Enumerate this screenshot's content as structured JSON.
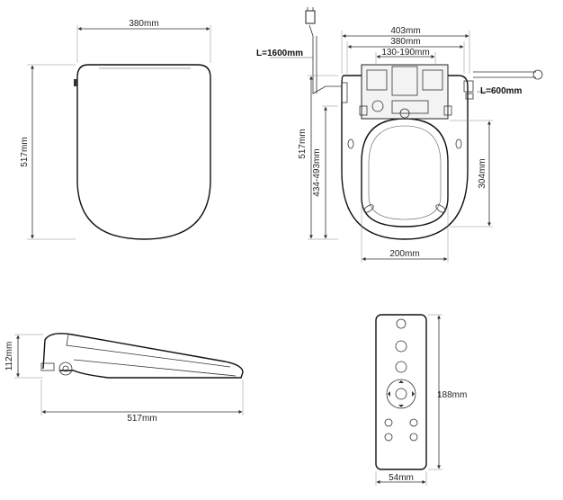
{
  "dimensions": {
    "top_view_width": "380mm",
    "top_view_length": "517mm",
    "bottom_overall_width": "403mm",
    "bottom_width": "380mm",
    "mount_range": "130-190mm",
    "hose_length": "L=1600mm",
    "cable_length": "L=600mm",
    "bottom_length": "517mm",
    "bottom_mount_to_front": "434-493mm",
    "opening_length": "304mm",
    "opening_width": "200mm",
    "side_height": "112mm",
    "side_length": "517mm",
    "remote_height": "188mm",
    "remote_width": "54mm"
  }
}
